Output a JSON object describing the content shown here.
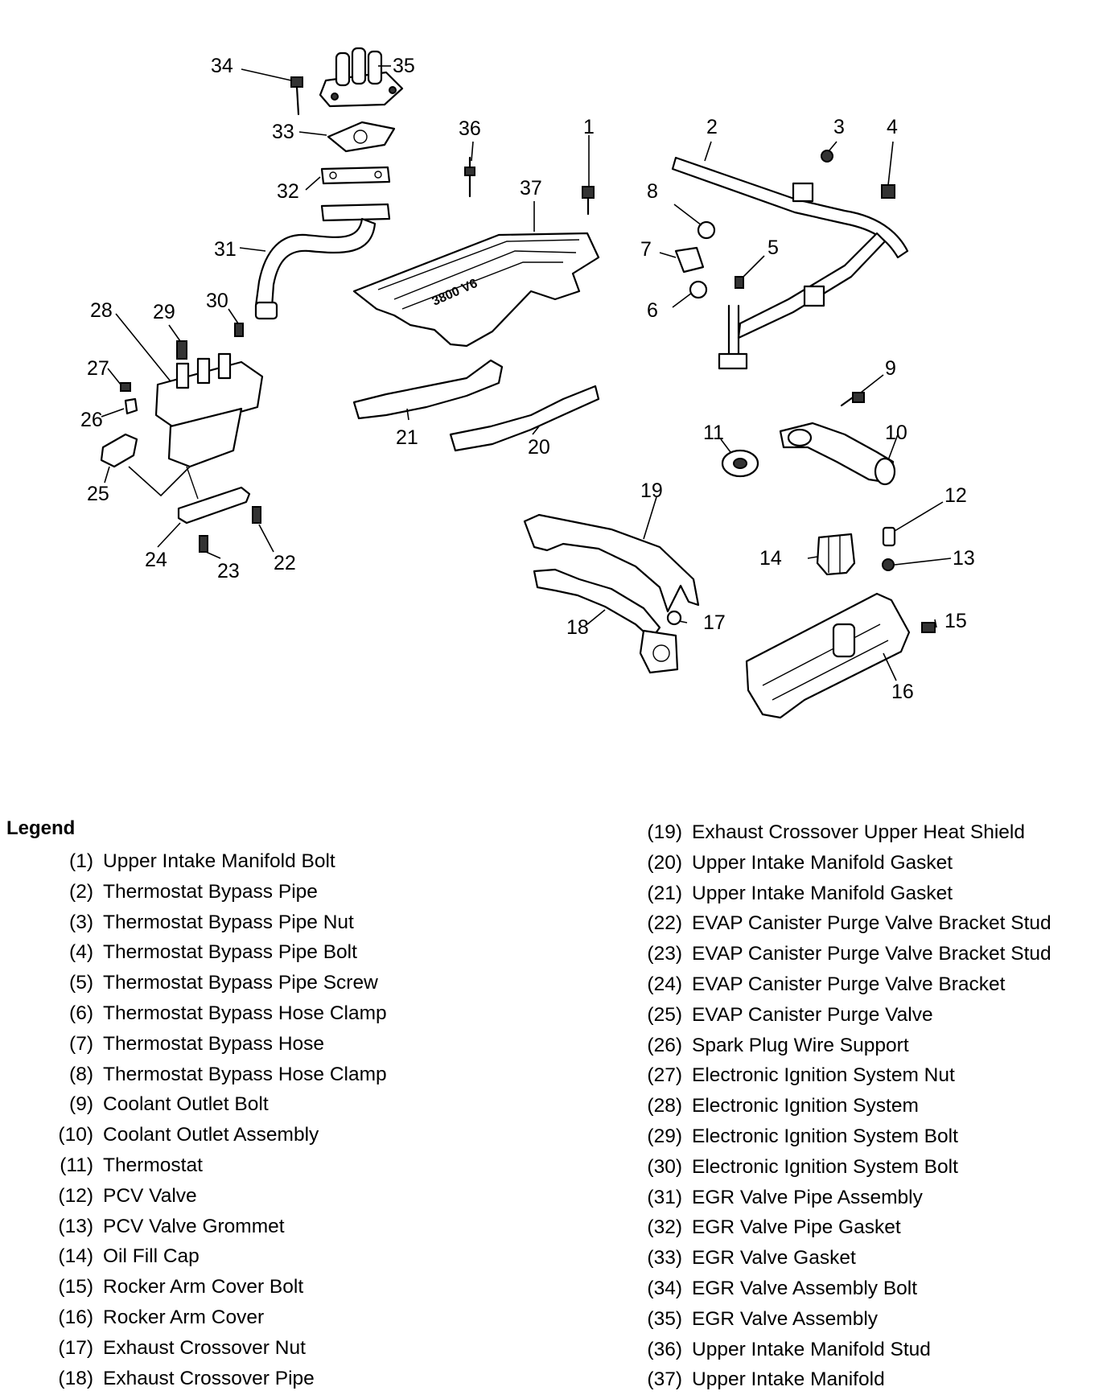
{
  "callout_labels": [
    "1",
    "2",
    "3",
    "4",
    "5",
    "6",
    "7",
    "8",
    "9",
    "10",
    "11",
    "12",
    "13",
    "14",
    "15",
    "16",
    "17",
    "18",
    "19",
    "20",
    "21",
    "22",
    "23",
    "24",
    "25",
    "26",
    "27",
    "28",
    "29",
    "30",
    "31",
    "32",
    "33",
    "34",
    "35",
    "36",
    "37"
  ],
  "legend": {
    "title": "Legend",
    "items": [
      {
        "num": "(1)",
        "label": "Upper Intake Manifold Bolt"
      },
      {
        "num": "(2)",
        "label": "Thermostat Bypass Pipe"
      },
      {
        "num": "(3)",
        "label": "Thermostat Bypass Pipe Nut"
      },
      {
        "num": "(4)",
        "label": "Thermostat Bypass Pipe Bolt"
      },
      {
        "num": "(5)",
        "label": "Thermostat Bypass Pipe Screw"
      },
      {
        "num": "(6)",
        "label": "Thermostat Bypass Hose Clamp"
      },
      {
        "num": "(7)",
        "label": "Thermostat Bypass Hose"
      },
      {
        "num": "(8)",
        "label": "Thermostat Bypass Hose Clamp"
      },
      {
        "num": "(9)",
        "label": "Coolant Outlet Bolt"
      },
      {
        "num": "(10)",
        "label": "Coolant Outlet Assembly"
      },
      {
        "num": "(11)",
        "label": "Thermostat"
      },
      {
        "num": "(12)",
        "label": "PCV Valve"
      },
      {
        "num": "(13)",
        "label": "PCV Valve Grommet"
      },
      {
        "num": "(14)",
        "label": "Oil Fill Cap"
      },
      {
        "num": "(15)",
        "label": "Rocker Arm Cover Bolt"
      },
      {
        "num": "(16)",
        "label": "Rocker Arm Cover"
      },
      {
        "num": "(17)",
        "label": "Exhaust Crossover Nut"
      },
      {
        "num": "(18)",
        "label": "Exhaust Crossover Pipe"
      },
      {
        "num": "(19)",
        "label": "Exhaust Crossover Upper Heat Shield"
      },
      {
        "num": "(20)",
        "label": "Upper Intake Manifold Gasket"
      },
      {
        "num": "(21)",
        "label": "Upper Intake Manifold Gasket"
      },
      {
        "num": "(22)",
        "label": "EVAP Canister Purge Valve Bracket Stud"
      },
      {
        "num": "(23)",
        "label": "EVAP Canister Purge Valve Bracket Stud"
      },
      {
        "num": "(24)",
        "label": "EVAP Canister Purge Valve Bracket"
      },
      {
        "num": "(25)",
        "label": "EVAP Canister Purge Valve"
      },
      {
        "num": "(26)",
        "label": "Spark Plug Wire Support"
      },
      {
        "num": "(27)",
        "label": "Electronic Ignition System Nut"
      },
      {
        "num": "(28)",
        "label": "Electronic Ignition System"
      },
      {
        "num": "(29)",
        "label": "Electronic Ignition System Bolt"
      },
      {
        "num": "(30)",
        "label": "Electronic Ignition System Bolt"
      },
      {
        "num": "(31)",
        "label": "EGR Valve Pipe Assembly"
      },
      {
        "num": "(32)",
        "label": "EGR Valve Pipe Gasket"
      },
      {
        "num": "(33)",
        "label": "EGR Valve Gasket"
      },
      {
        "num": "(34)",
        "label": "EGR Valve Assembly Bolt"
      },
      {
        "num": "(35)",
        "label": "EGR Valve Assembly"
      },
      {
        "num": "(36)",
        "label": "Upper Intake Manifold Stud"
      },
      {
        "num": "(37)",
        "label": "Upper Intake Manifold"
      }
    ]
  }
}
